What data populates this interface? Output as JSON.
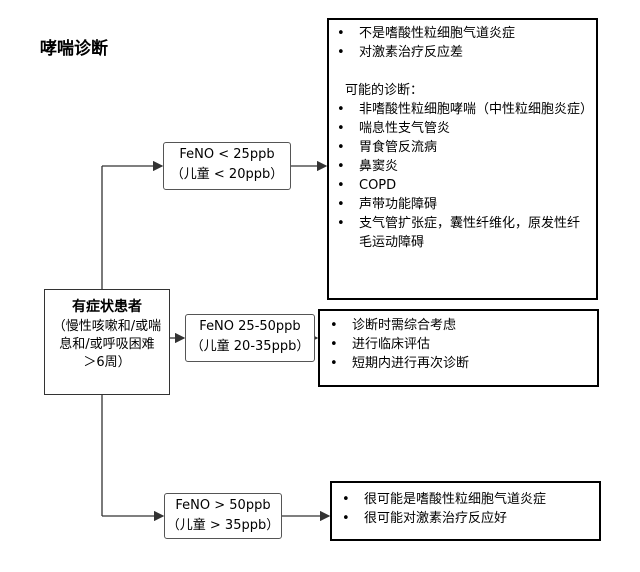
{
  "title": "哮喘诊断",
  "patient": {
    "title": "有症状患者",
    "lines": [
      "（慢性咳嗽和/或喘",
      "息和/或呼吸困难",
      "＞6周）"
    ]
  },
  "branches": [
    {
      "feno": "FeNO < 25ppb",
      "child": "（儿童 < 20ppb）",
      "bullets": [
        "不是嗜酸性粒细胞气道炎症",
        "对激素治疗反应差"
      ],
      "possible_heading": "可能的诊断：",
      "possible": [
        "非嗜酸性粒细胞哮喘（中性粒细胞炎症）",
        "喘息性支气管炎",
        "胃食管反流病",
        "鼻窦炎",
        "COPD",
        "声带功能障碍",
        "支气管扩张症，囊性纤维化，原发性纤毛运动障碍"
      ]
    },
    {
      "feno": "FeNO 25-50ppb",
      "child": "（儿童 20-35ppb）",
      "bullets": [
        "诊断时需综合考虑",
        "进行临床评估",
        "短期内进行再次诊断"
      ]
    },
    {
      "feno": "FeNO > 50ppb",
      "child": "（儿童 > 35ppb）",
      "bullets": [
        "很可能是嗜酸性粒细胞气道炎症",
        "很可能对激素治疗反应好"
      ]
    }
  ],
  "bullet_char": "•",
  "colors": {
    "line": "#333333",
    "border": "#000000"
  }
}
